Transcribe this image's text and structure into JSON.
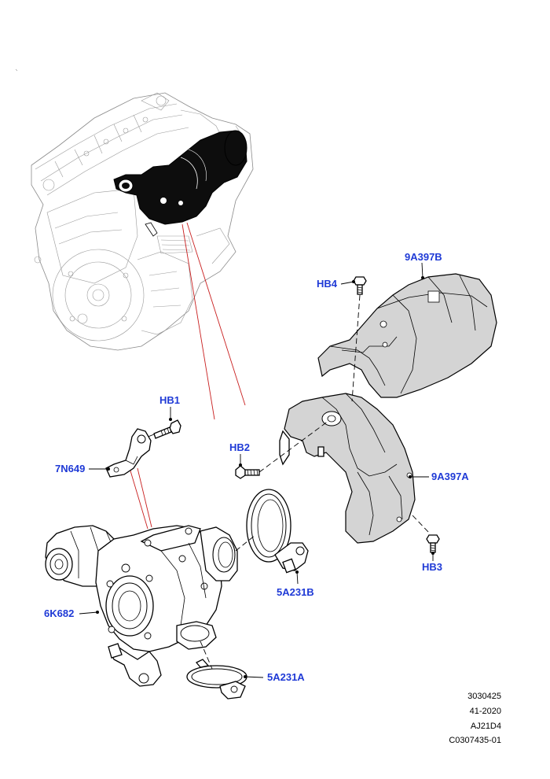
{
  "callouts": {
    "hb1": "HB1",
    "hb2": "HB2",
    "hb3": "HB3",
    "hb4": "HB4",
    "n7n649": "7N649",
    "n9a397a": "9A397A",
    "n9a397b": "9A397B",
    "n5a231a": "5A231A",
    "n5a231b": "5A231B",
    "n6k682": "6K682"
  },
  "reference": {
    "line1": "3030425",
    "line2": "41-2020",
    "line3": "AJ21D4",
    "line4": "C0307435-01"
  },
  "colors": {
    "callout_text": "#1f3ad6",
    "locator_lines": "#c81e1e",
    "highlight": "#0d0d0d",
    "shield_fill": "#d4d4d4"
  }
}
